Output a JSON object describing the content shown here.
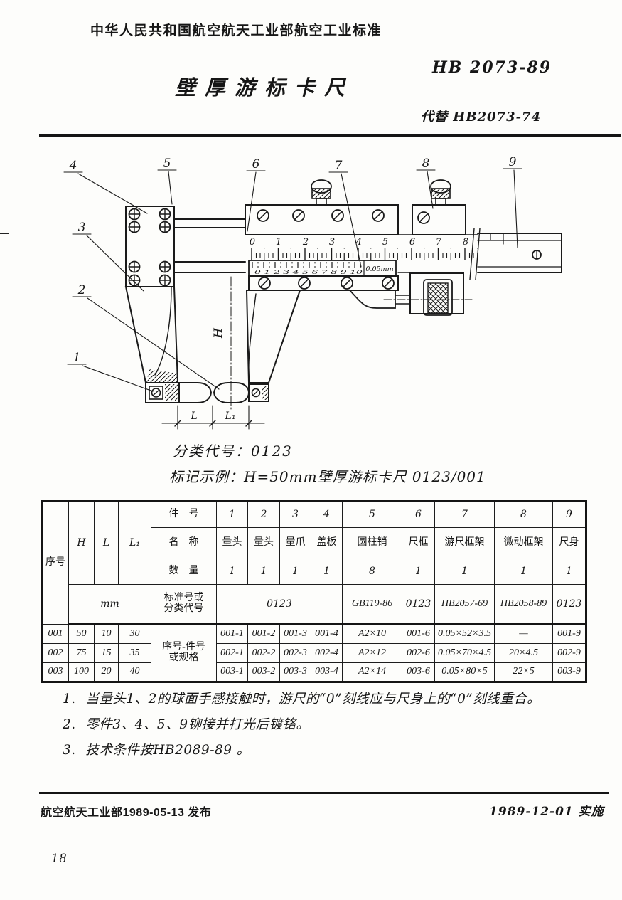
{
  "page": {
    "header_text": "中华人民共和国航空航天工业部航空工业标准",
    "standard_no": "HB 2073-89",
    "title": "壁厚游标卡尺",
    "replaces": "代替 HB2073-74",
    "footer_left": "航空航天工业部1989-05-13  发布",
    "footer_right": "1989-12-01  实施",
    "page_number": "18"
  },
  "drawing": {
    "part_labels": [
      "1",
      "2",
      "3",
      "4",
      "5",
      "6",
      "7",
      "8",
      "9"
    ],
    "scale_numbers": [
      "0",
      "1",
      "2",
      "3",
      "4",
      "5",
      "6",
      "7",
      "8"
    ],
    "vernier_digits": "0 1 2 3 4 5 6 7 8 9 10",
    "vernier_label": "0.05mm",
    "dim_h": "H",
    "dim_l": "L",
    "dim_l1": "L₁"
  },
  "classification": {
    "code_line": "分类代号：0123",
    "example_line": "标记示例：H=50mm壁厚游标卡尺 0123/001"
  },
  "table": {
    "corner": "序号",
    "col_h": "H",
    "col_l": "L",
    "col_l1": "L₁",
    "unit": "mm",
    "labels": {
      "item_no": "件　号",
      "name": "名　称",
      "qty": "数　量",
      "std1": "标准号或",
      "std2": "分类代号",
      "spec1": "序号-件号",
      "spec2": "或规格"
    },
    "item_nos": [
      "1",
      "2",
      "3",
      "4",
      "5",
      "6",
      "7",
      "8",
      "9"
    ],
    "names": [
      "量头",
      "量头",
      "量爪",
      "盖板",
      "圆柱销",
      "尺框",
      "游尺框架",
      "微动框架",
      "尺身"
    ],
    "qtys": [
      "1",
      "1",
      "1",
      "1",
      "8",
      "1",
      "1",
      "1",
      "1"
    ],
    "std": {
      "c1_4": "0123",
      "c5": "GB119-86",
      "c6": "0123",
      "c7": "HB2057-69",
      "c8": "HB2058-89",
      "c9": "0123"
    },
    "rows": [
      {
        "no": "001",
        "h": "50",
        "l": "10",
        "l1": "30",
        "c1": "001-1",
        "c2": "001-2",
        "c3": "001-3",
        "c4": "001-4",
        "c5": "A2×10",
        "c6": "001-6",
        "c7": "0.05×52×3.5",
        "c8": "—",
        "c9": "001-9"
      },
      {
        "no": "002",
        "h": "75",
        "l": "15",
        "l1": "35",
        "c1": "002-1",
        "c2": "002-2",
        "c3": "002-3",
        "c4": "002-4",
        "c5": "A2×12",
        "c6": "002-6",
        "c7": "0.05×70×4.5",
        "c8": "20×4.5",
        "c9": "002-9"
      },
      {
        "no": "003",
        "h": "100",
        "l": "20",
        "l1": "40",
        "c1": "003-1",
        "c2": "003-2",
        "c3": "003-3",
        "c4": "003-4",
        "c5": "A2×14",
        "c6": "003-6",
        "c7": "0.05×80×5",
        "c8": "22×5",
        "c9": "003-9"
      }
    ]
  },
  "notes": [
    {
      "no": "1.",
      "text": "当量头1、2的球面手感接触时，游尺的“0”刻线应与尺身上的“0”刻线重合。"
    },
    {
      "no": "2.",
      "text": "零件3、4、5、9铆接并打光后镀铬。"
    },
    {
      "no": "3.",
      "text": "技术条件按HB2089-89 。"
    }
  ]
}
